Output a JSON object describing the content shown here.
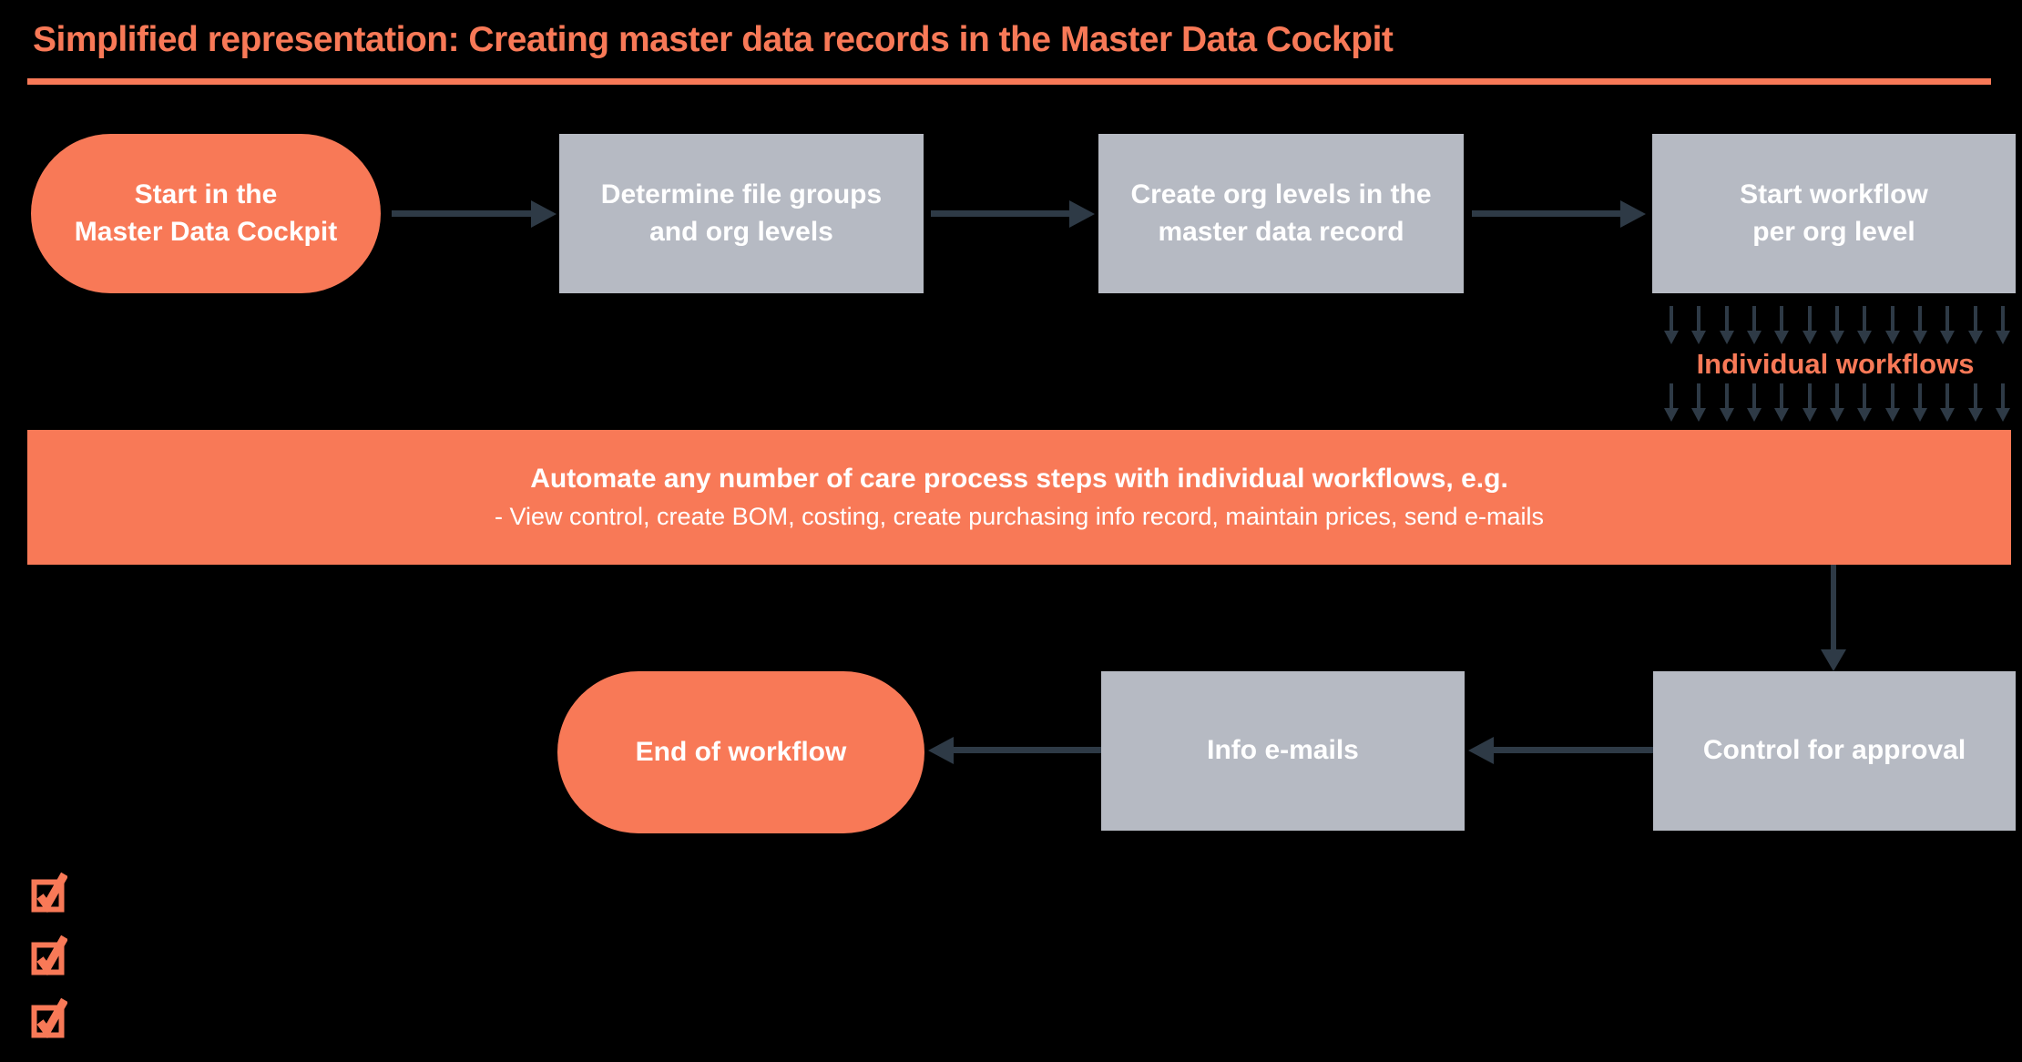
{
  "title": "Simplified representation: Creating master data records in the Master Data Cockpit",
  "colors": {
    "accent": "#F87957",
    "node_gray": "#B6BAC3",
    "arrow": "#2E3A46",
    "background": "#000000",
    "node_text": "#FFFFFF"
  },
  "nodes": {
    "start": {
      "label": "Start in the\nMaster Data Cockpit",
      "shape": "pill"
    },
    "determine_file_groups": {
      "label": "Determine file groups\nand org levels",
      "shape": "box"
    },
    "create_org_levels": {
      "label": "Create org levels in the\nmaster data record",
      "shape": "box"
    },
    "start_workflow": {
      "label": "Start workflow\nper org level",
      "shape": "box"
    },
    "end_of_workflow": {
      "label": "End of workflow",
      "shape": "pill"
    },
    "info_emails": {
      "label": "Info e-mails",
      "shape": "box"
    },
    "control_for_approval": {
      "label": "Control for approval",
      "shape": "box"
    }
  },
  "fanout": {
    "label": "Individual workflows",
    "arrow_rows": 2,
    "arrows_per_row": 13
  },
  "banner": {
    "heading": "Automate any number of care process steps with individual workflows, e.g.",
    "detail": "- View control, create BOM, costing, create purchasing info record, maintain prices, send e-mails"
  },
  "checklist": {
    "item_count": 3,
    "icon": "checked-checkbox-icon"
  }
}
